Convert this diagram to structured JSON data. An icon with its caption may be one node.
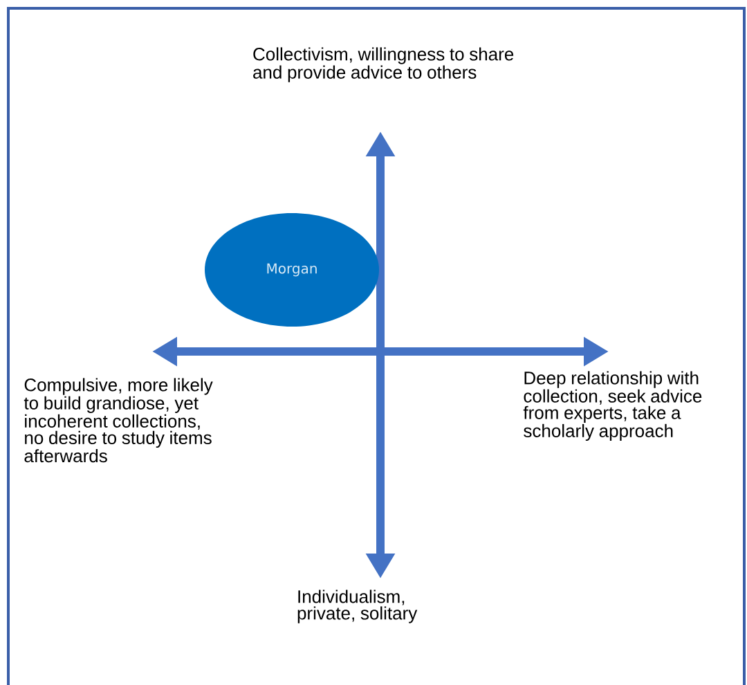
{
  "diagram": {
    "nodes": [
      {
        "text": [
          "Morgan"
        ]
      }
    ],
    "labels": [
      "Collectivism, willingness to share and provide advice to others",
      "Compulsive, more likely to build grandiose, yet incoherent collections, no desire to study items afterwards",
      "Deep relationship with collection, seek advice from experts, take a scholarly approach",
      "Individualism, private, solitary"
    ]
  }
}
